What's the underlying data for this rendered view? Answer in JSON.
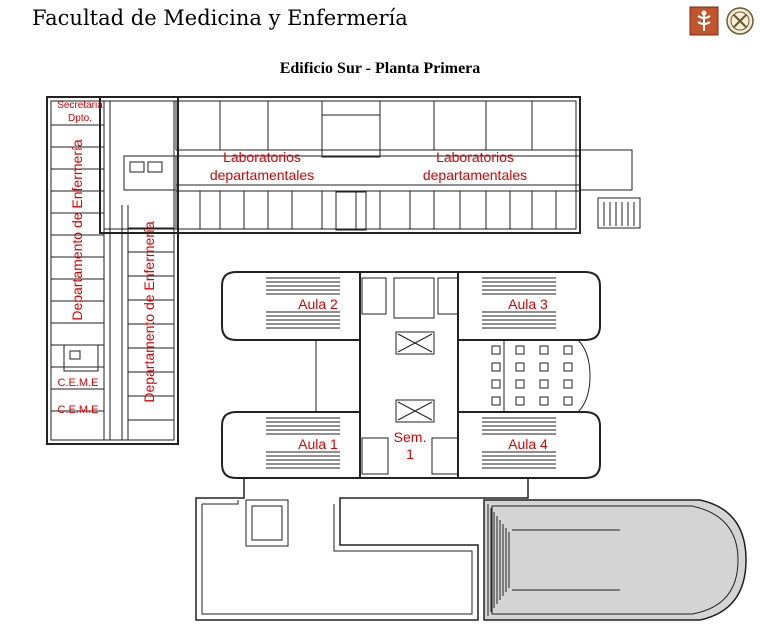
{
  "header": {
    "title": "Facultad de Medicina y Enfermería",
    "subtitle": "Edificio Sur - Planta Primera"
  },
  "logos": [
    {
      "name": "faculty-logo-icon",
      "color": "#c0542a"
    },
    {
      "name": "university-seal-icon",
      "color": "#8a7a4a"
    }
  ],
  "labels": {
    "secretaria": "Secretaria",
    "dpto": "Dpto.",
    "labs_left_1": "Laboratorios",
    "labs_left_2": "departamentales",
    "labs_right_1": "Laboratorios",
    "labs_right_2": "departamentales",
    "dept_enf_left": "Departamento de Enfermería",
    "dept_enf_right": "Departamento de Enfermería",
    "ceme_1": "C.E.M.E",
    "ceme_2": "C.E.M.E",
    "aula_1": "Aula 1",
    "aula_2": "Aula 2",
    "aula_3": "Aula 3",
    "aula_4": "Aula 4",
    "sem_1": "Sem.",
    "sem_2": "1"
  },
  "colors": {
    "label": "#e00000",
    "wall": "#222222",
    "roof_fill": "#c8c8c8"
  }
}
